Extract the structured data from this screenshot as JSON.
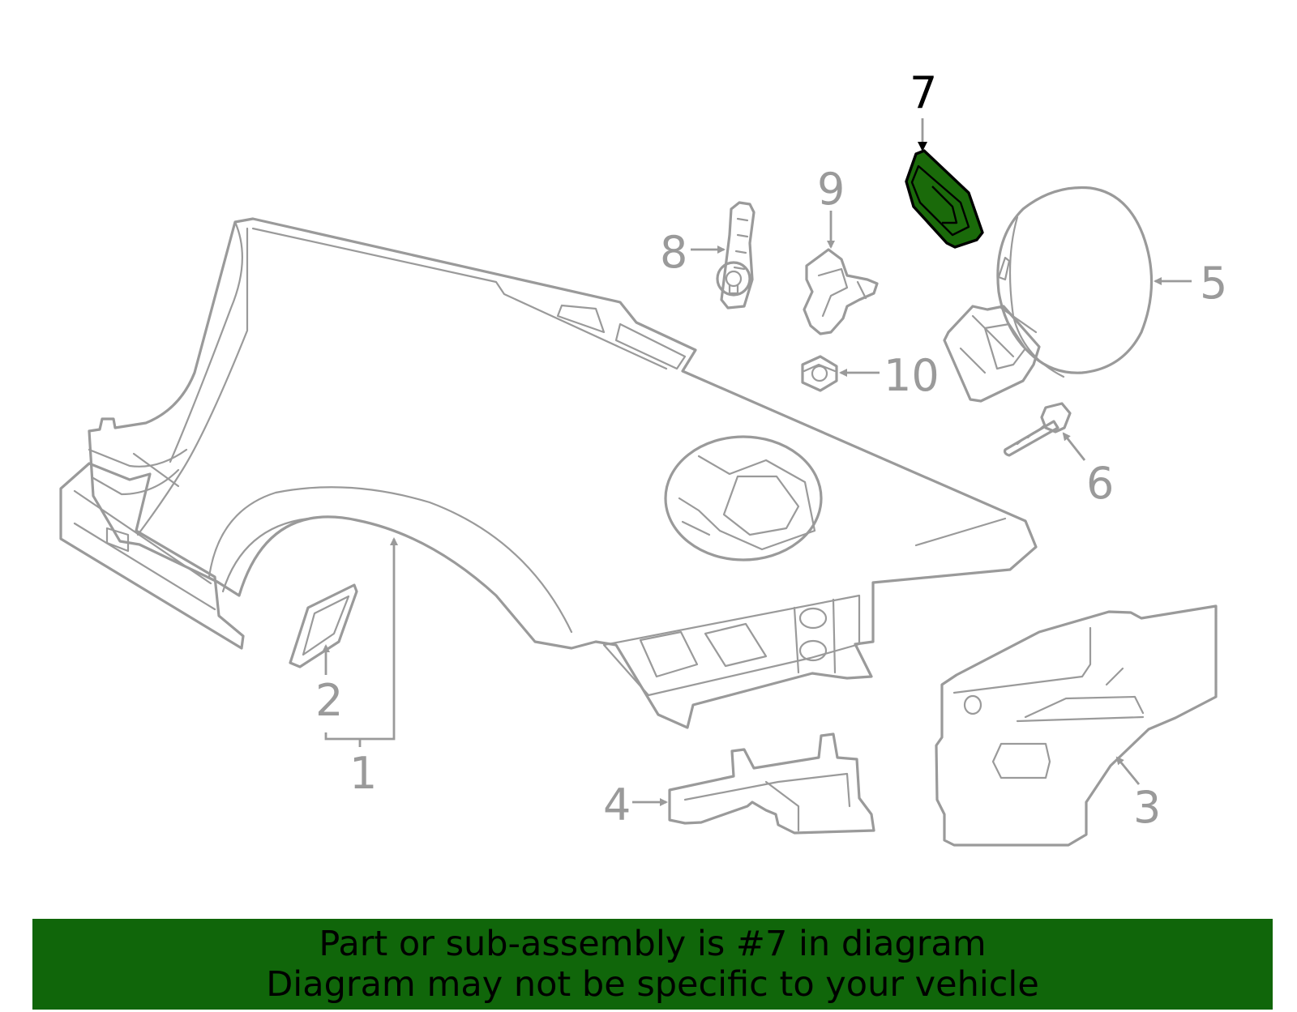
{
  "callouts": {
    "c1": "1",
    "c2": "2",
    "c3": "3",
    "c4": "4",
    "c5": "5",
    "c6": "6",
    "c7": "7",
    "c8": "8",
    "c9": "9",
    "c10": "10"
  },
  "highlighted_part": "7",
  "colors": {
    "line": "#9a9a9a",
    "highlight_fill": "#1a6a0a",
    "banner_bg": "#10660a",
    "banner_text": "#000000"
  },
  "banner": {
    "line1": "Part or sub-assembly is #7 in diagram",
    "line2": "Diagram may not be specific to your vehicle"
  }
}
